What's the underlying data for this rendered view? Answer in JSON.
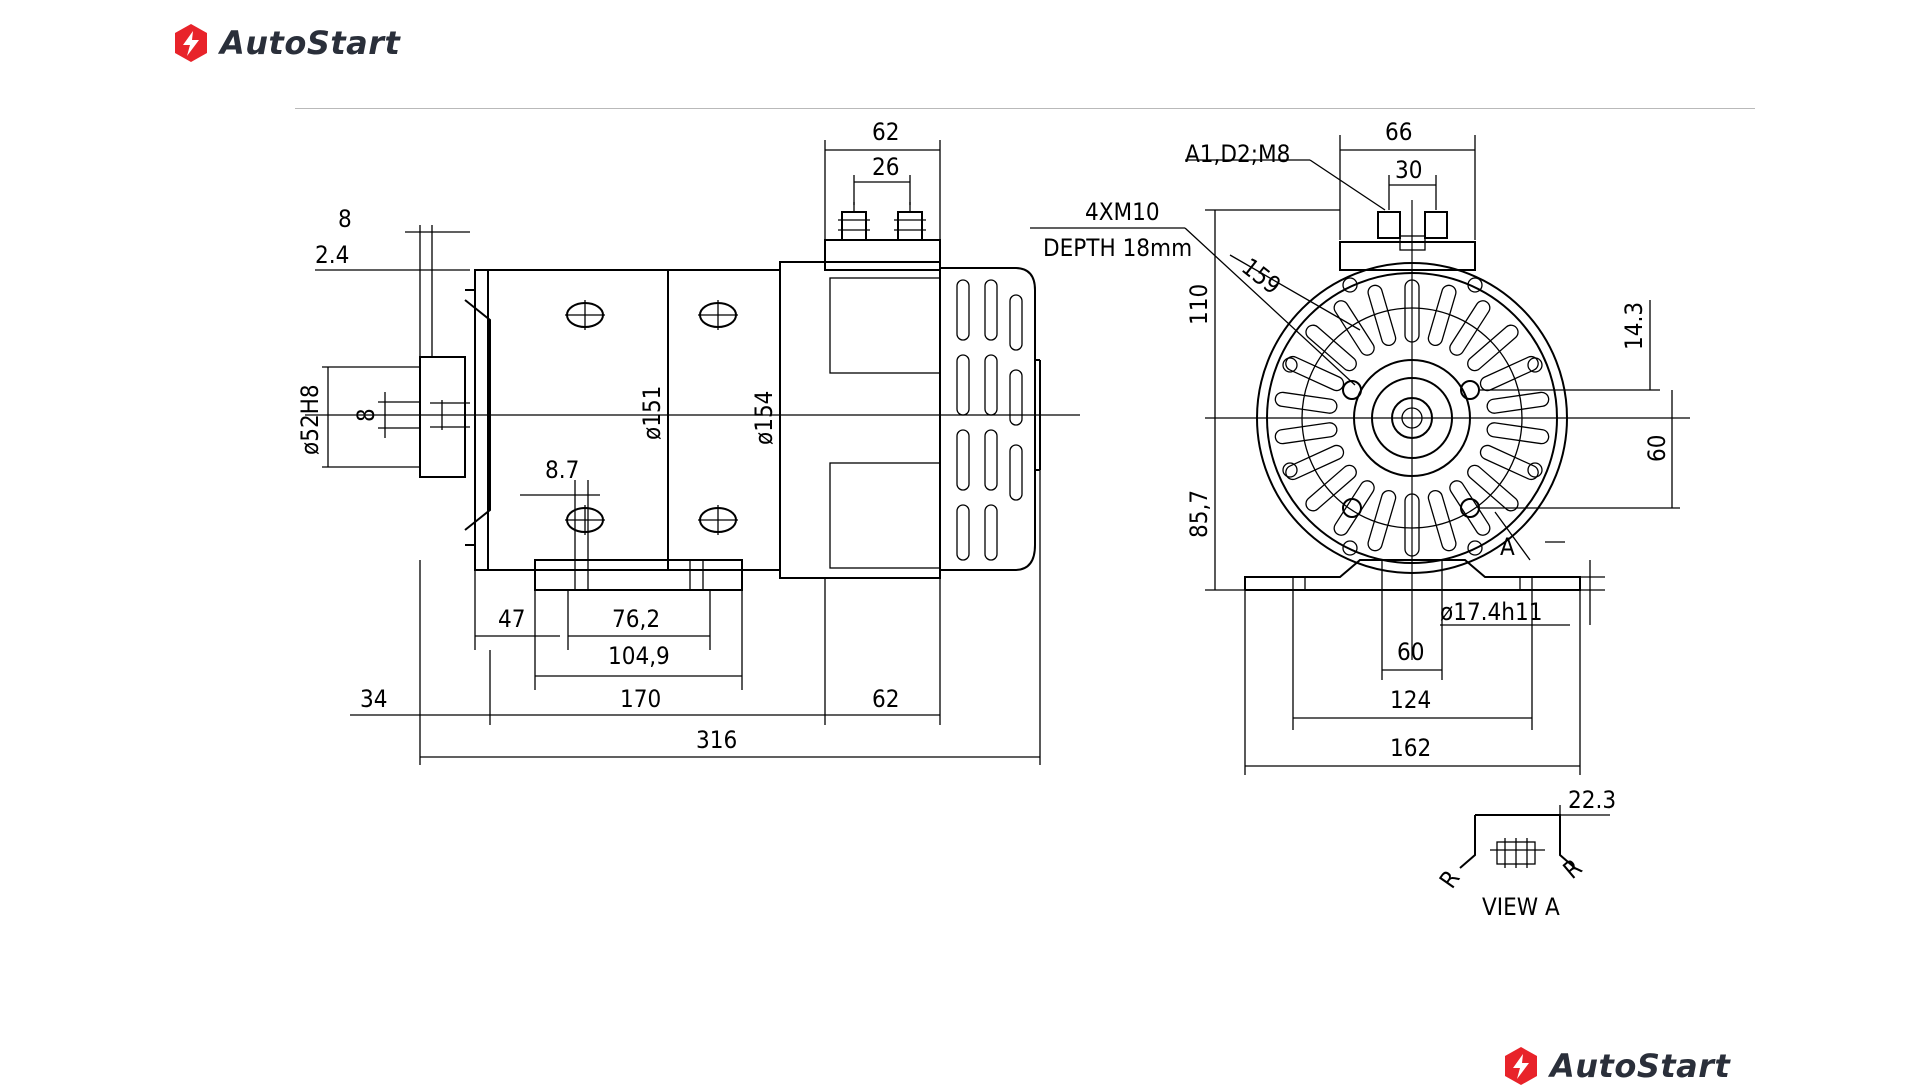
{
  "brand": {
    "name": "AutoStart",
    "accent_color": "#e8232a",
    "icon": "bolt-logo-icon"
  },
  "drawing": {
    "side_view": {
      "dims": {
        "d62_top": "62",
        "d26": "26",
        "d8": "8",
        "d2_4": "2.4",
        "shaft_dia": "ø52H8",
        "d8_shaft": "8",
        "dia151": "ø151",
        "dia154": "ø154",
        "d8_7": "8.7",
        "d47": "47",
        "d76_2": "76,2",
        "d104_9": "104,9",
        "d34": "34",
        "d170": "170",
        "d62_bottom": "62",
        "d316": "316"
      }
    },
    "end_view": {
      "dims": {
        "d66": "66",
        "terminals": "A1,D2;M8",
        "d30": "30",
        "holes": "4XM10",
        "depth": "DEPTH 18mm",
        "d159": "159",
        "d110": "110",
        "d14_3": "14.3",
        "d60_right": "60",
        "d85_7": "85,7",
        "view_marker": "A",
        "hole_dia": "ø17.4h11",
        "d60": "60",
        "d124": "124",
        "d162": "162"
      }
    },
    "view_a": {
      "dim": "22.3",
      "r_left": "R",
      "r_right": "R",
      "label": "VIEW A"
    }
  }
}
